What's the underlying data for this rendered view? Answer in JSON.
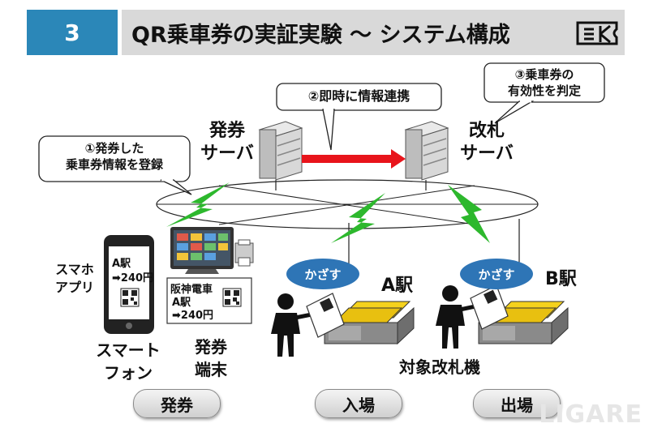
{
  "header": {
    "number": "3",
    "title": "QR乗車券の実証実験 ～ システム構成"
  },
  "callouts": {
    "issue_register": [
      "①発券した",
      "乗車券情報を登録"
    ],
    "instant_link": "②即時に情報連携",
    "validity": [
      "③乗車券の",
      "有効性を判定"
    ]
  },
  "servers": {
    "issue": [
      "発券",
      "サーバ"
    ],
    "gate": [
      "改札",
      "サーバ"
    ]
  },
  "devices": {
    "smartphone_app": [
      "スマホ",
      "アプリ"
    ],
    "smartphone": [
      "スマート",
      "フォン"
    ],
    "terminal": [
      "発券",
      "端末"
    ],
    "phone_screen": {
      "station": "A駅",
      "fare": "➡240円"
    },
    "ticket": {
      "company": "阪神電車",
      "station": "A駅",
      "fare": "➡240円"
    }
  },
  "stations": {
    "a": {
      "name": "A駅",
      "action": "かざす"
    },
    "b": {
      "name": "B駅",
      "action": "かざす"
    },
    "gates_label": "対象改札機"
  },
  "buttons": {
    "issue": "発券",
    "entry": "入場",
    "exit": "出場"
  },
  "watermark": "LIGARE",
  "colors": {
    "header_accent": "#2b87b8",
    "link_arrow": "#e8141b",
    "wireless": "#2db82d",
    "kazasu_bubble": "#2e75b6",
    "gate_yellow": "#f5d21c"
  }
}
